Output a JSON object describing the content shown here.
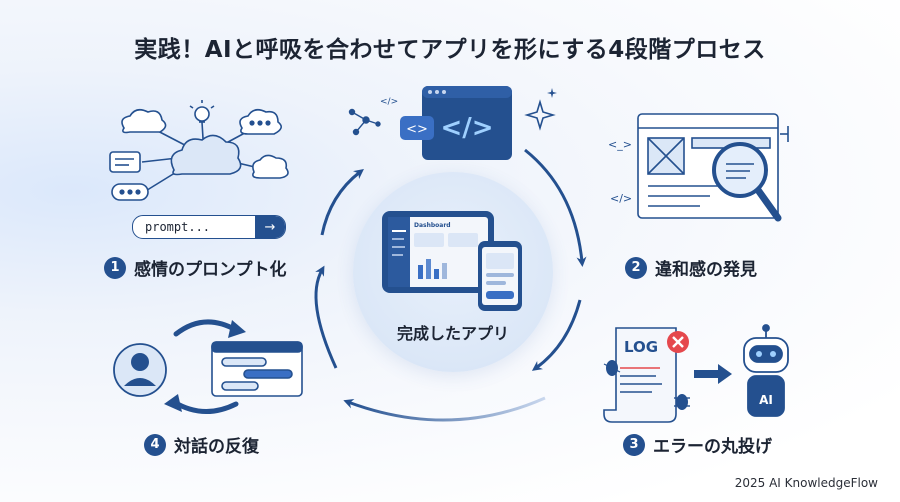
{
  "title": "実践！AIと呼吸を合わせてアプリを形にする4段階プロセス",
  "center": {
    "label": "完成したアプリ",
    "dashboard_text": "Dashboard"
  },
  "steps": [
    {
      "num": "1",
      "label": "感情のプロンプト化"
    },
    {
      "num": "2",
      "label": "違和感の発見"
    },
    {
      "num": "3",
      "label": "エラーの丸投げ"
    },
    {
      "num": "4",
      "label": "対話の反復"
    }
  ],
  "prompt_input": {
    "text": "prompt..."
  },
  "log_card": {
    "text": "LOG"
  },
  "robot": {
    "text": "AI"
  },
  "code_glyphs": {
    "window": "</>",
    "small": "</>",
    "brackets": "<>",
    "tag_left": "<_>"
  },
  "footer": "2025 AI KnowledgeFlow",
  "colors": {
    "primary": "#24508f",
    "accent": "#3a6fc4",
    "error": "#e5484d",
    "text": "#1c2433"
  }
}
